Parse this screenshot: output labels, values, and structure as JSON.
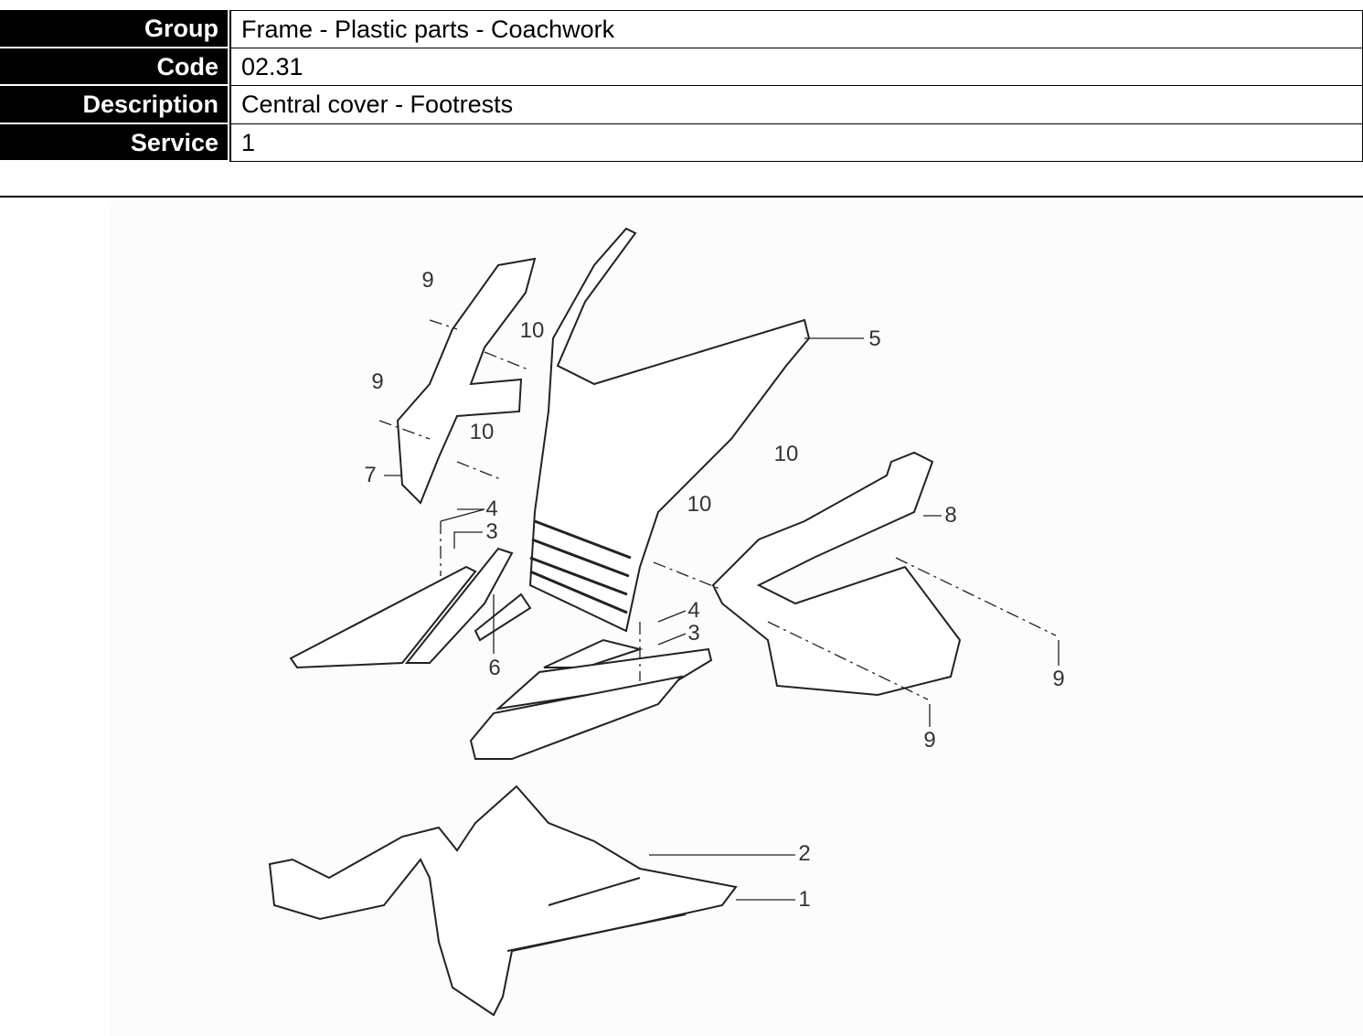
{
  "info": {
    "group_label": "Group",
    "group_value": "Frame - Plastic parts - Coachwork",
    "code_label": "Code",
    "code_value": "02.31",
    "description_label": "Description",
    "description_value": "Central cover - Footrests",
    "service_label": "Service",
    "service_value": "1"
  },
  "callouts": [
    "9",
    "10",
    "5",
    "9",
    "10",
    "7",
    "10",
    "4",
    "3",
    "10",
    "8",
    "6",
    "4",
    "3",
    "9",
    "9",
    "2",
    "1"
  ]
}
